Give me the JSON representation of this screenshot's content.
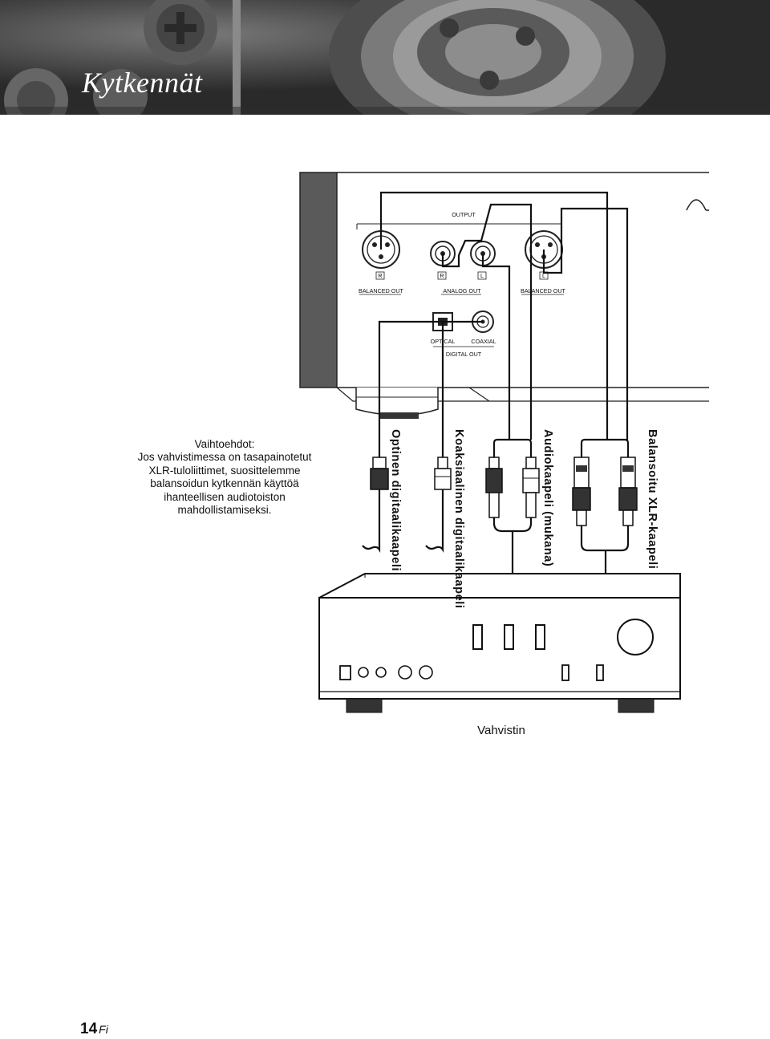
{
  "page": {
    "title": "Kytkennät",
    "page_number": "14",
    "language_code": "Fi"
  },
  "panel": {
    "output_label": "OUTPUT",
    "balanced_out_left_label": "BALANCED OUT",
    "analog_out_label": "ANALOG OUT",
    "balanced_out_right_label": "BALANCED OUT",
    "channel_r1": "R",
    "channel_r2": "R",
    "channel_l1": "L",
    "channel_l2": "L",
    "optical_label": "OPTICAL",
    "coaxial_label": "COAXIAL",
    "digital_out_label": "DIGITAL OUT"
  },
  "note": {
    "heading": "Vaihtoehdot:",
    "text": "Jos vahvistimessa on tasapainotetut XLR-tuloliittimet, suosittelemme balansoidun kytkennän käyttöä ihanteellisen audiotoiston mahdollistamiseksi."
  },
  "cables": [
    {
      "label": "Optinen digitaalikaapeli"
    },
    {
      "label": "Koaksiaalinen digitaalikaapeli"
    },
    {
      "label": "Audiokaapeli (mukana)"
    },
    {
      "label": "Balansoitu XLR-kaapeli"
    }
  ],
  "amplifier": {
    "label": "Vahvistin"
  }
}
